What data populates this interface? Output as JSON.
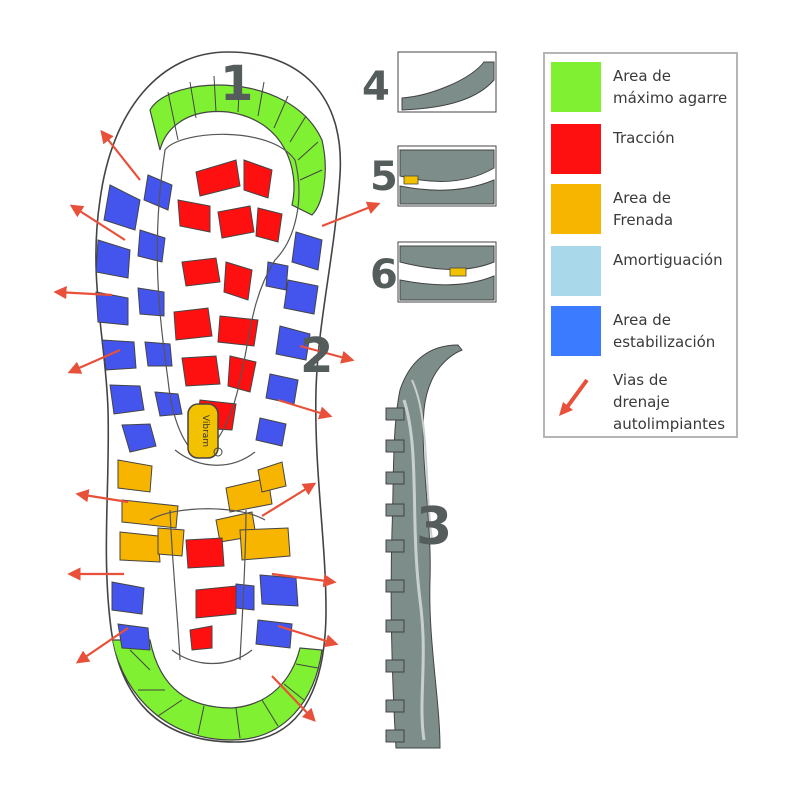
{
  "diagram": {
    "callouts": [
      "1",
      "2",
      "3",
      "4",
      "5",
      "6"
    ],
    "logo_text": "Vibram"
  },
  "legend": {
    "items": [
      {
        "label": "Area de\nmáximo agarre",
        "color": "#80f032"
      },
      {
        "label": "Tracción",
        "color": "#ff1010"
      },
      {
        "label": "Area de\nFrenada",
        "color": "#f7b500"
      },
      {
        "label": "Amortiguación",
        "color": "#a8d8ea"
      },
      {
        "label": "Area de\nestabilización",
        "color": "#3a7bff"
      },
      {
        "label": "Vias de\ndrenaje\nautolimpiantes",
        "color": "#e8503a",
        "icon": "drainage-arrow-icon"
      }
    ]
  }
}
